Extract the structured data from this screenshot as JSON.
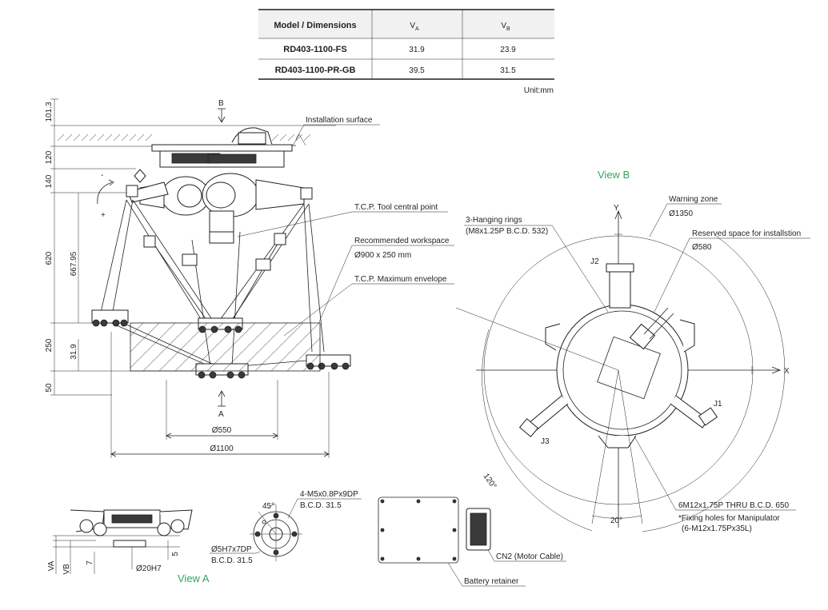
{
  "table": {
    "headers": [
      "Model / Dimensions",
      "V",
      "V"
    ],
    "header_subscripts": [
      "",
      "A",
      "B"
    ],
    "rows": [
      [
        "RD403-1100-FS",
        "31.9",
        "23.9"
      ],
      [
        "RD403-1100-PR-GB",
        "39.5",
        "31.5"
      ]
    ],
    "unit": "Unit:mm"
  },
  "side_view": {
    "dims_left": [
      "101.3",
      "120",
      "140",
      "620",
      "250",
      "50"
    ],
    "dims_inner": [
      "667.95",
      "31.9"
    ],
    "markers": [
      "B",
      "A"
    ],
    "rot_signs": [
      "-",
      "+"
    ],
    "bottom_dims": [
      "Ø550",
      "Ø1100"
    ],
    "callouts": [
      "Installation surface",
      "T.C.P. Tool central point",
      "Recommended workspace",
      "Ø900 x 250 mm",
      "T.C.P. Maximum envelope"
    ]
  },
  "view_b": {
    "title": "View B",
    "axis_x": "X",
    "axis_y": "Y",
    "joints": [
      "J1",
      "J2",
      "J3"
    ],
    "callouts": [
      "3-Hanging rings",
      "(M8x1.25P B.C.D. 532)",
      "Warning zone",
      "Ø1350",
      "Reserved space for installstion",
      "Ø580",
      "6M12x1.75P THRU  B.C.D. 650",
      "*Fixing holes for Manipulator",
      "(6-M12x1.75Px35L)"
    ],
    "angles": [
      "120°",
      "20°"
    ]
  },
  "view_a": {
    "title": "View A",
    "dims": [
      "VA",
      "VB",
      "7",
      "5",
      "Ø20H7"
    ],
    "flange_callouts": [
      "4-M5x0.8Px9DP",
      "B.C.D. 31.5",
      "Ø5H7x7DP",
      "B.C.D. 31.5"
    ],
    "flange_angle": "45°"
  },
  "battery": {
    "callouts": [
      "CN2 (Motor Cable)",
      "Battery retainer"
    ]
  }
}
